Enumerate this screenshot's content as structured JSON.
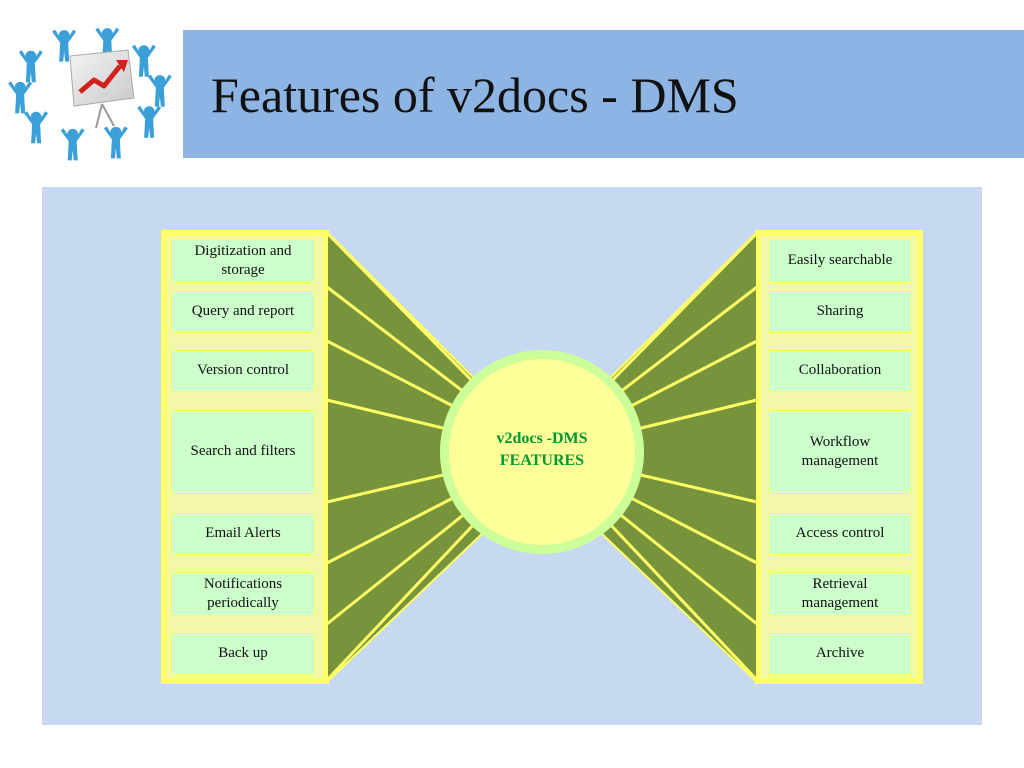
{
  "slide": {
    "title": "Features of v2docs - DMS"
  },
  "diagram": {
    "center_label_line1": "v2docs -DMS",
    "center_label_line2": "FEATURES",
    "left_features": [
      "Digitization and storage",
      "Query and report",
      "Version control",
      "Search and filters",
      "Email Alerts",
      "Notifications periodically",
      "Back up"
    ],
    "right_features": [
      "Easily searchable",
      "Sharing",
      "Collaboration",
      "Workflow management",
      "Access control",
      "Retrieval management",
      "Archive"
    ]
  },
  "colors": {
    "title_bar": "#8eb4e3",
    "panel": "#c6d9f1",
    "frame": "#ffff66",
    "wedge": "#77933c",
    "box_fill": "#ccffcc",
    "circle_fill": "#ffff99",
    "circle_ring": "#ccff99",
    "center_text": "#009933",
    "logo_people": "#3b9fd8"
  },
  "icons": {
    "logo": "people-circle-chart-icon"
  }
}
